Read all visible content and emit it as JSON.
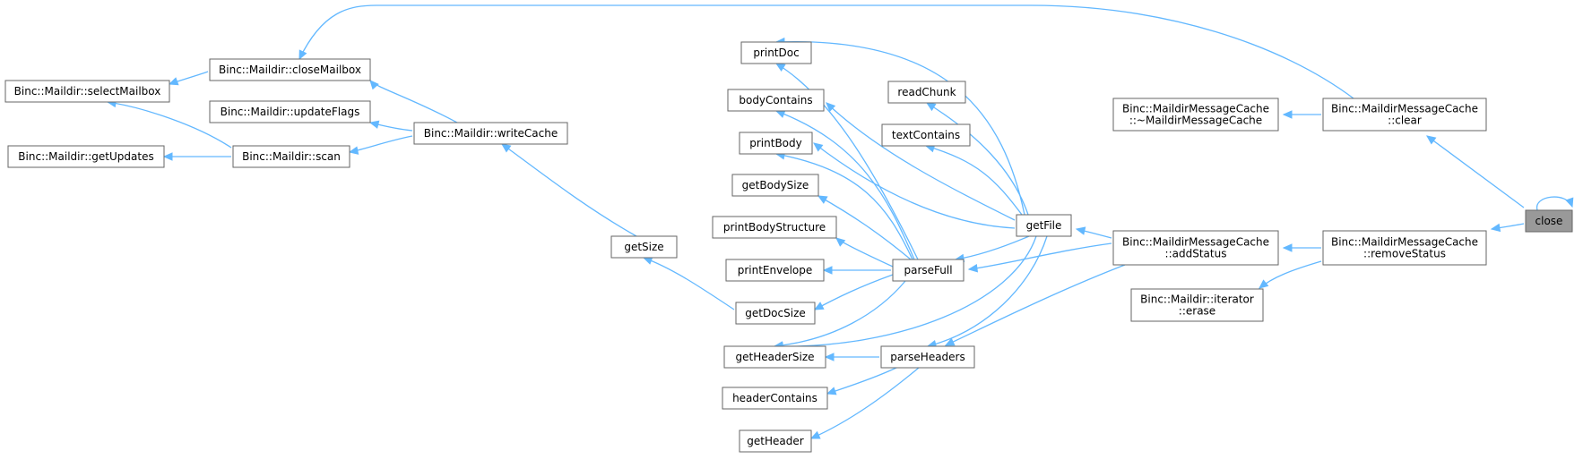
{
  "graph": {
    "nodes": [
      {
        "id": "close",
        "lines": [
          "close"
        ],
        "active": true
      },
      {
        "id": "clear",
        "lines": [
          "Binc::MaildirMessageCache",
          "::clear"
        ]
      },
      {
        "id": "removeStatus",
        "lines": [
          "Binc::MaildirMessageCache",
          "::removeStatus"
        ]
      },
      {
        "id": "dtor",
        "lines": [
          "Binc::MaildirMessageCache",
          "::~MaildirMessageCache"
        ]
      },
      {
        "id": "addStatus",
        "lines": [
          "Binc::MaildirMessageCache",
          "::addStatus"
        ]
      },
      {
        "id": "erase",
        "lines": [
          "Binc::Maildir::iterator",
          "::erase"
        ]
      },
      {
        "id": "closeMailbox",
        "lines": [
          "Binc::Maildir::closeMailbox"
        ]
      },
      {
        "id": "selectMailbox",
        "lines": [
          "Binc::Maildir::selectMailbox"
        ]
      },
      {
        "id": "updateFlags",
        "lines": [
          "Binc::Maildir::updateFlags"
        ]
      },
      {
        "id": "writeCache",
        "lines": [
          "Binc::Maildir::writeCache"
        ]
      },
      {
        "id": "scan",
        "lines": [
          "Binc::Maildir::scan"
        ]
      },
      {
        "id": "getUpdates",
        "lines": [
          "Binc::Maildir::getUpdates"
        ]
      },
      {
        "id": "getSize",
        "lines": [
          "getSize"
        ]
      },
      {
        "id": "getFile",
        "lines": [
          "getFile"
        ]
      },
      {
        "id": "parseFull",
        "lines": [
          "parseFull"
        ]
      },
      {
        "id": "parseHeaders",
        "lines": [
          "parseHeaders"
        ]
      },
      {
        "id": "printDoc",
        "lines": [
          "printDoc"
        ]
      },
      {
        "id": "readChunk",
        "lines": [
          "readChunk"
        ]
      },
      {
        "id": "bodyContains",
        "lines": [
          "bodyContains"
        ]
      },
      {
        "id": "textContains",
        "lines": [
          "textContains"
        ]
      },
      {
        "id": "printBody",
        "lines": [
          "printBody"
        ]
      },
      {
        "id": "getBodySize",
        "lines": [
          "getBodySize"
        ]
      },
      {
        "id": "printBodyStructure",
        "lines": [
          "printBodyStructure"
        ]
      },
      {
        "id": "printEnvelope",
        "lines": [
          "printEnvelope"
        ]
      },
      {
        "id": "getDocSize",
        "lines": [
          "getDocSize"
        ]
      },
      {
        "id": "getHeaderSize",
        "lines": [
          "getHeaderSize"
        ]
      },
      {
        "id": "headerContains",
        "lines": [
          "headerContains"
        ]
      },
      {
        "id": "getHeader",
        "lines": [
          "getHeader"
        ]
      }
    ],
    "edges": [
      {
        "from": "close",
        "to": "close"
      },
      {
        "from": "close",
        "to": "clear"
      },
      {
        "from": "close",
        "to": "removeStatus"
      },
      {
        "from": "clear",
        "to": "dtor"
      },
      {
        "from": "clear",
        "to": "closeMailbox"
      },
      {
        "from": "removeStatus",
        "to": "addStatus"
      },
      {
        "from": "removeStatus",
        "to": "erase"
      },
      {
        "from": "addStatus",
        "to": "getFile"
      },
      {
        "from": "addStatus",
        "to": "parseFull"
      },
      {
        "from": "addStatus",
        "to": "parseHeaders"
      },
      {
        "from": "getFile",
        "to": "printDoc"
      },
      {
        "from": "getFile",
        "to": "readChunk"
      },
      {
        "from": "getFile",
        "to": "bodyContains"
      },
      {
        "from": "getFile",
        "to": "textContains"
      },
      {
        "from": "getFile",
        "to": "printBody"
      },
      {
        "from": "getFile",
        "to": "parseFull"
      },
      {
        "from": "getFile",
        "to": "getHeaderSize"
      },
      {
        "from": "getFile",
        "to": "parseHeaders"
      },
      {
        "from": "parseFull",
        "to": "printDoc"
      },
      {
        "from": "parseFull",
        "to": "bodyContains"
      },
      {
        "from": "parseFull",
        "to": "printBody"
      },
      {
        "from": "parseFull",
        "to": "getBodySize"
      },
      {
        "from": "parseFull",
        "to": "printBodyStructure"
      },
      {
        "from": "parseFull",
        "to": "printEnvelope"
      },
      {
        "from": "parseFull",
        "to": "getDocSize"
      },
      {
        "from": "parseFull",
        "to": "getHeaderSize"
      },
      {
        "from": "parseHeaders",
        "to": "getHeaderSize"
      },
      {
        "from": "parseHeaders",
        "to": "headerContains"
      },
      {
        "from": "parseHeaders",
        "to": "getHeader"
      },
      {
        "from": "getDocSize",
        "to": "getSize"
      },
      {
        "from": "getSize",
        "to": "writeCache"
      },
      {
        "from": "writeCache",
        "to": "closeMailbox"
      },
      {
        "from": "writeCache",
        "to": "updateFlags"
      },
      {
        "from": "writeCache",
        "to": "scan"
      },
      {
        "from": "closeMailbox",
        "to": "selectMailbox"
      },
      {
        "from": "scan",
        "to": "selectMailbox"
      },
      {
        "from": "scan",
        "to": "getUpdates"
      }
    ],
    "colors": {
      "edge": "#63b8ff",
      "node_border": "#666666",
      "active_fill": "#999999"
    }
  }
}
